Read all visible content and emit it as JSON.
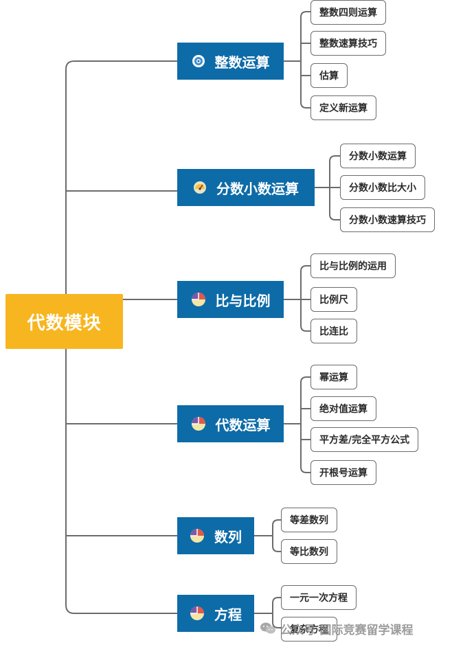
{
  "root": {
    "label": "代数模块"
  },
  "categories": [
    {
      "label": "整数运算",
      "icon": "target-icon",
      "items": [
        "整数四则运算",
        "整数速算技巧",
        "估算",
        "定义新运算"
      ]
    },
    {
      "label": "分数小数运算",
      "icon": "gauge-icon",
      "items": [
        "分数小数运算",
        "分数小数比大小",
        "分数小数速算技巧"
      ]
    },
    {
      "label": "比与比例",
      "icon": "pie-chart-icon",
      "items": [
        "比与比例的运用",
        "比例尺",
        "比连比"
      ]
    },
    {
      "label": "代数运算",
      "icon": "pie-chart-icon",
      "items": [
        "幂运算",
        "绝对值运算",
        "平方差/完全平方公式",
        "开根号运算"
      ]
    },
    {
      "label": "数列",
      "icon": "pie-chart-icon",
      "items": [
        "等差数列",
        "等比数列"
      ]
    },
    {
      "label": "方程",
      "icon": "pie-chart-icon",
      "items": [
        "一元一次方程",
        "复杂方程"
      ]
    }
  ],
  "watermark": {
    "text": "公众号·国际竞赛留学课程",
    "icon": "wechat-icon"
  },
  "colors": {
    "root": "#f7b520",
    "category": "#0d6ba8",
    "line": "#6b6b6b"
  }
}
